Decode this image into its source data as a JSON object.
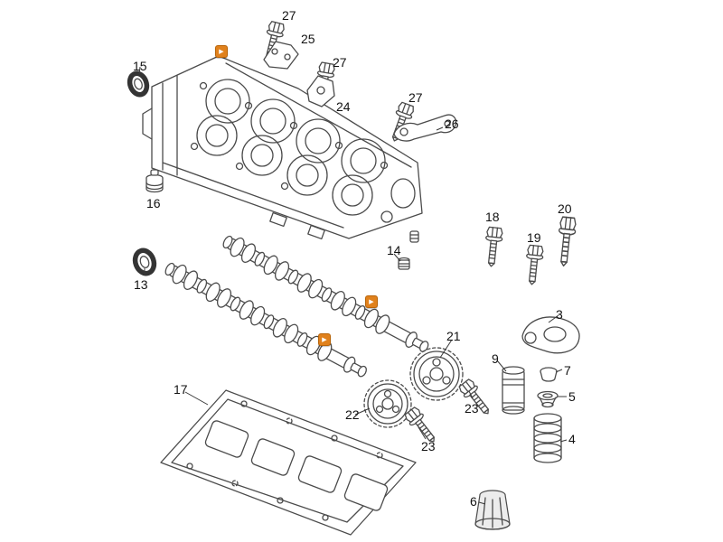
{
  "diagram": {
    "name": "cylinder-head-and-camshaft-exploded-parts-diagram",
    "colors": {
      "accent": "#e0811c",
      "line": "#4b4b4b",
      "label": "#121212",
      "background": "#ffffff"
    },
    "labels": {
      "n27a": "27",
      "n25": "25",
      "n27b": "27",
      "n24": "24",
      "n27c": "27",
      "n26": "26",
      "n15": "15",
      "n16": "16",
      "n13": "13",
      "n17": "17",
      "n14": "14",
      "n18": "18",
      "n19": "19",
      "n20": "20",
      "n3": "3",
      "n21": "21",
      "n9": "9",
      "n7": "7",
      "n5": "5",
      "n4": "4",
      "n22": "22",
      "n23a": "23",
      "n23b": "23",
      "n6": "6"
    },
    "markers": {
      "glyph": "▶",
      "items": [
        {
          "id": "cover-link"
        },
        {
          "id": "camshaft-upper-link"
        },
        {
          "id": "camshaft-lower-link"
        }
      ]
    }
  }
}
